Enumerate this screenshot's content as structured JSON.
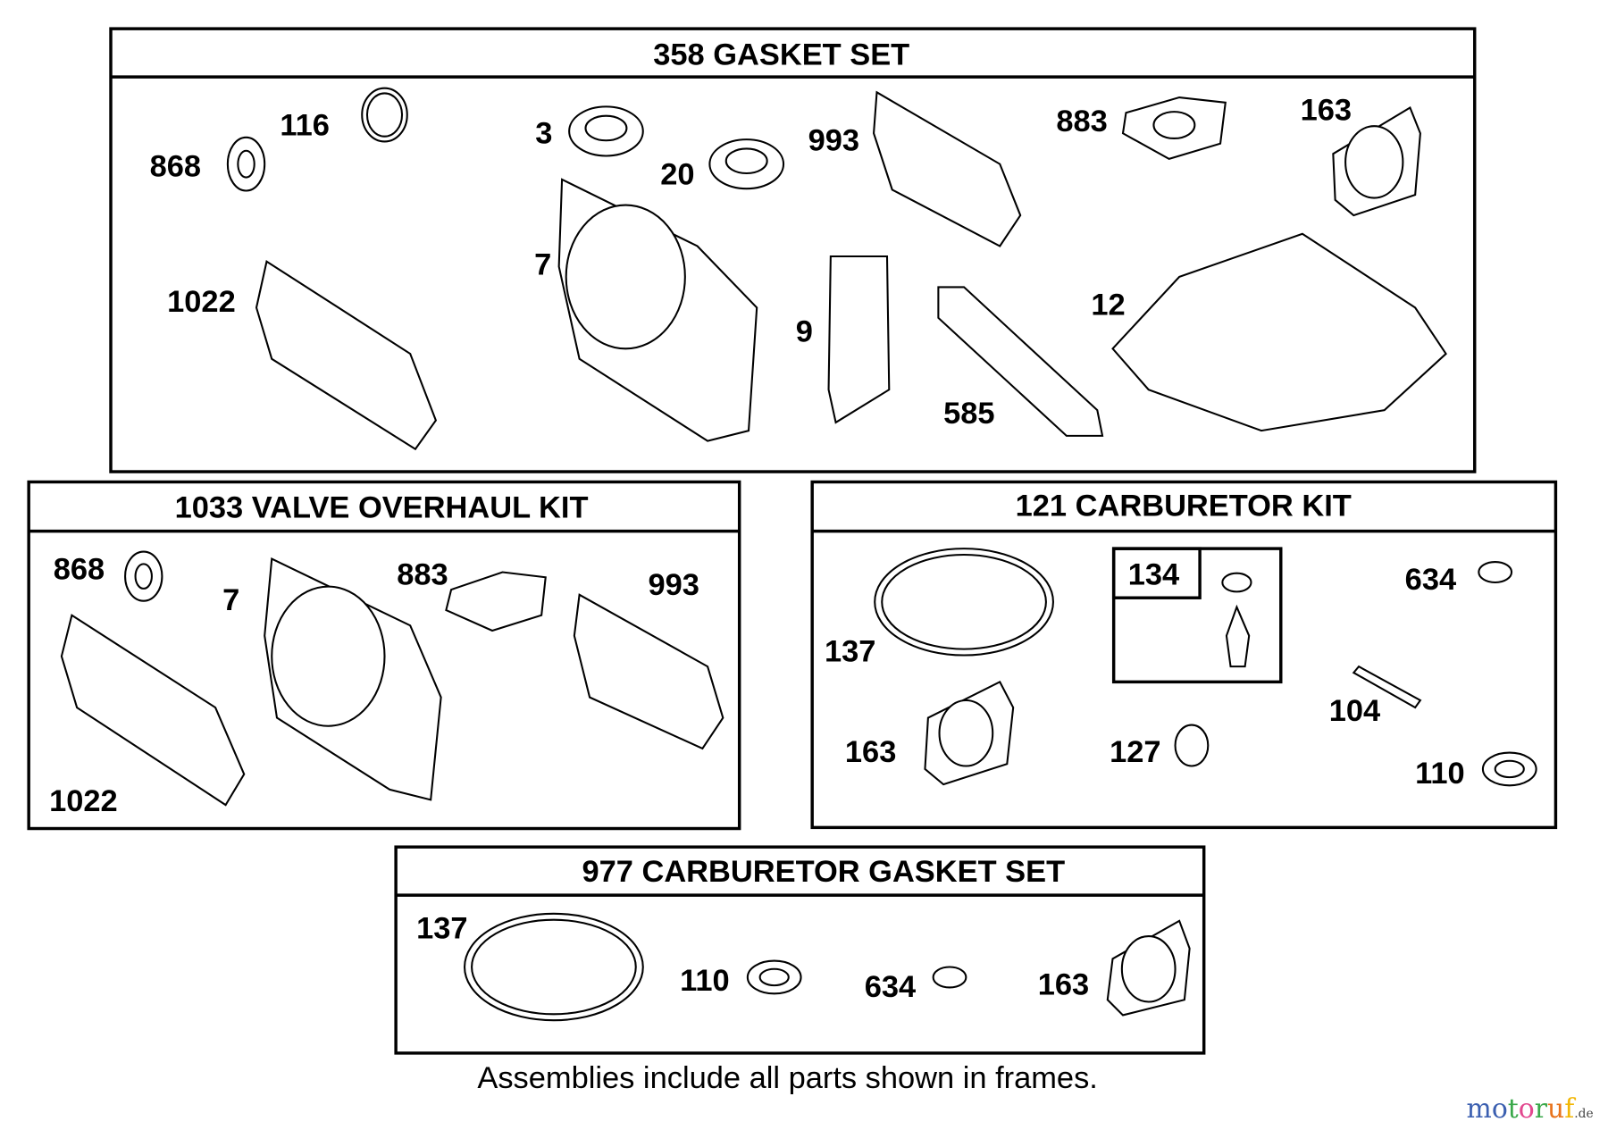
{
  "sections": [
    {
      "title": "358 GASKET SET",
      "labels": [
        "868",
        "116",
        "3",
        "20",
        "993",
        "883",
        "163",
        "1022",
        "7",
        "9",
        "585",
        "12"
      ]
    },
    {
      "title": "1033 VALVE OVERHAUL KIT",
      "labels": [
        "868",
        "7",
        "883",
        "993",
        "1022"
      ]
    },
    {
      "title": "121 CARBURETOR KIT",
      "labels": [
        "137",
        "134",
        "634",
        "104",
        "163",
        "127",
        "110"
      ]
    },
    {
      "title": "977 CARBURETOR  GASKET SET",
      "labels": [
        "137",
        "110",
        "634",
        "163"
      ]
    }
  ],
  "footer": "Assemblies include all parts shown in frames.",
  "watermark": {
    "letters": [
      "m",
      "o",
      "t",
      "o",
      "r",
      "u",
      "f"
    ],
    "suffix": ".de",
    "colors": [
      "#3b5fb0",
      "#3b5fb0",
      "#3aa84a",
      "#e2488f",
      "#3aa84a",
      "#e8731c",
      "#f2b705"
    ]
  }
}
